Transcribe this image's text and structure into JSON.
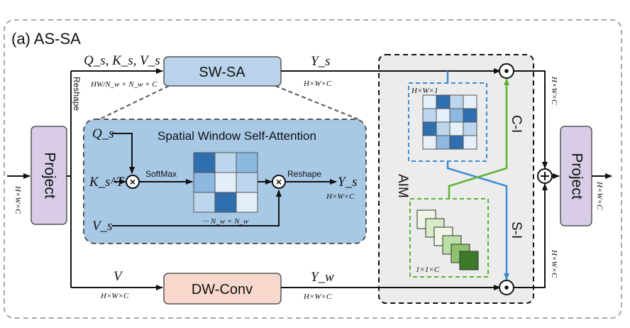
{
  "title": "(a) AS-SA",
  "blocks": {
    "project_left": "Project",
    "project_right": "Project",
    "swsa": "SW-SA",
    "dwconv": "DW-Conv",
    "aim": "AIM",
    "spatial_window_title": "Spatial Window Self-Attention"
  },
  "labels": {
    "reshape_vertical": "Reshape",
    "qkv_top": "Q_s, K_s, V_s",
    "hw_dims": "HW/N_w × N_w × C",
    "ys_top": "Y_s",
    "ys_dims_top": "H×W×C",
    "v_bottom": "V",
    "v_dims": "H×W×C",
    "yw_bottom": "Y_w",
    "yw_dims": "H×W×C",
    "qs_inner": "Q_s",
    "ksT_inner": "K_s^T",
    "vs_inner": "V_s",
    "softmax": "SoftMax",
    "reshape_inner": "Reshape",
    "ys_inner": "Y_s",
    "ys_inner_dims": "H×W×C",
    "attn_dims": "··· N_w × N_w",
    "spatial_map_dims": "H×W×1",
    "channel_dims": "1×1×C",
    "c_i": "C-I",
    "s_i": "S-I",
    "input_dims": "H×W×C",
    "output_dims": "H×W×C",
    "right_top_dims": "H×W×C",
    "right_bottom_dims": "H×W×C"
  },
  "colors": {
    "project_fill": "#d8cce6",
    "swsa_fill": "#b9d3ea",
    "dwconv_fill": "#f8d8cc",
    "aim_fill": "#ececec",
    "inner_panel_fill": "#a8c9e6",
    "spatial_arrow": "#3c8cd2",
    "channel_arrow": "#5ab432"
  }
}
